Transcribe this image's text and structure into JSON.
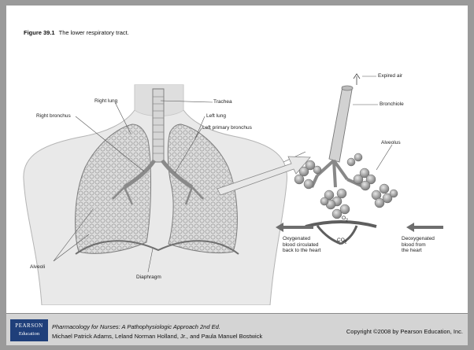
{
  "figure": {
    "number": "Figure 39.1",
    "caption": "The lower respiratory tract."
  },
  "labels": {
    "right_lung": "Right lung",
    "trachea": "Trachea",
    "right_bronchus": "Right bronchus",
    "left_lung": "Left lung",
    "left_primary_bronchus": "Left primary bronchus",
    "alveoli": "Alveoli",
    "diaphragm": "Diaphragm",
    "expired_air": "Expired air",
    "bronchiole": "Bronchiole",
    "alveolus": "Alveolus",
    "o2": "O",
    "o2_sub": "2",
    "co2": "CO",
    "co2_sub": "2",
    "oxygenated_1": "Oxygenated",
    "oxygenated_2": "blood circulated",
    "oxygenated_3": "back to the heart",
    "deoxygenated_1": "Deoxygenated",
    "deoxygenated_2": "blood from",
    "deoxygenated_3": "the heart"
  },
  "footer": {
    "logo_line1": "PEARSON",
    "logo_line2": "Education",
    "book_title": "Pharmacology for Nurses: A Pathophysiologic Approach 2nd Ed.",
    "authors": "Michael Patrick Adams, Leland Norman Holland, Jr., and Paula Manuel Bostwick",
    "copyright": "Copyright ©2008 by Pearson Education, Inc."
  }
}
